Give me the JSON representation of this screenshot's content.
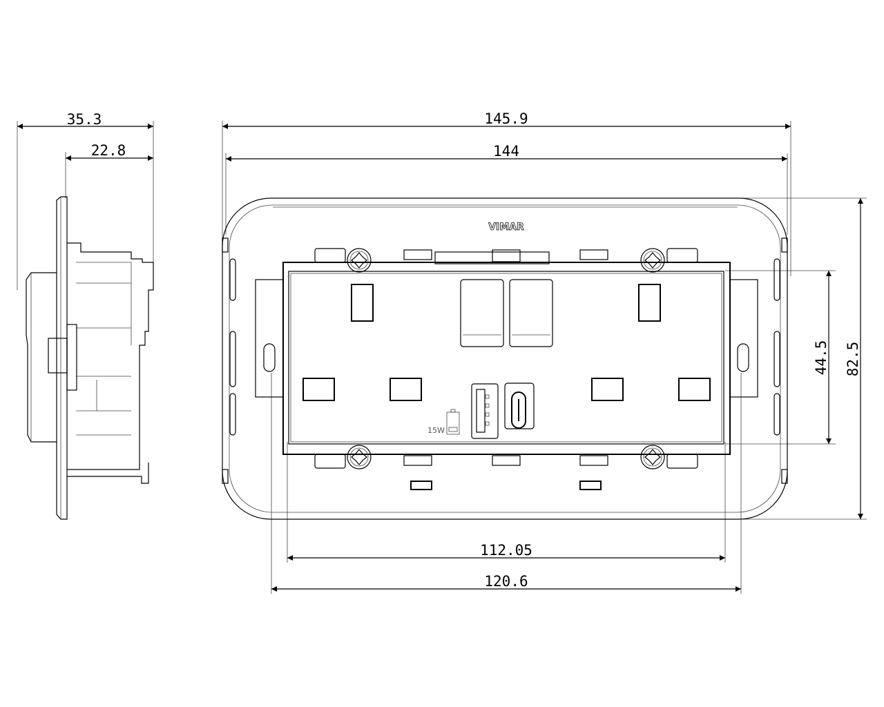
{
  "dimensions": {
    "side_depth_total": "35.3",
    "side_depth_body": "22.8",
    "overall_width": "145.9",
    "plate_width": "144",
    "module_width": "112.05",
    "frame_width": "120.6",
    "module_height": "44.5",
    "overall_height": "82.5"
  },
  "front_view": {
    "brand_logo": "VIMAR",
    "usb_power_label": "15W"
  },
  "colors": {
    "line": "#000000",
    "background": "#ffffff"
  }
}
